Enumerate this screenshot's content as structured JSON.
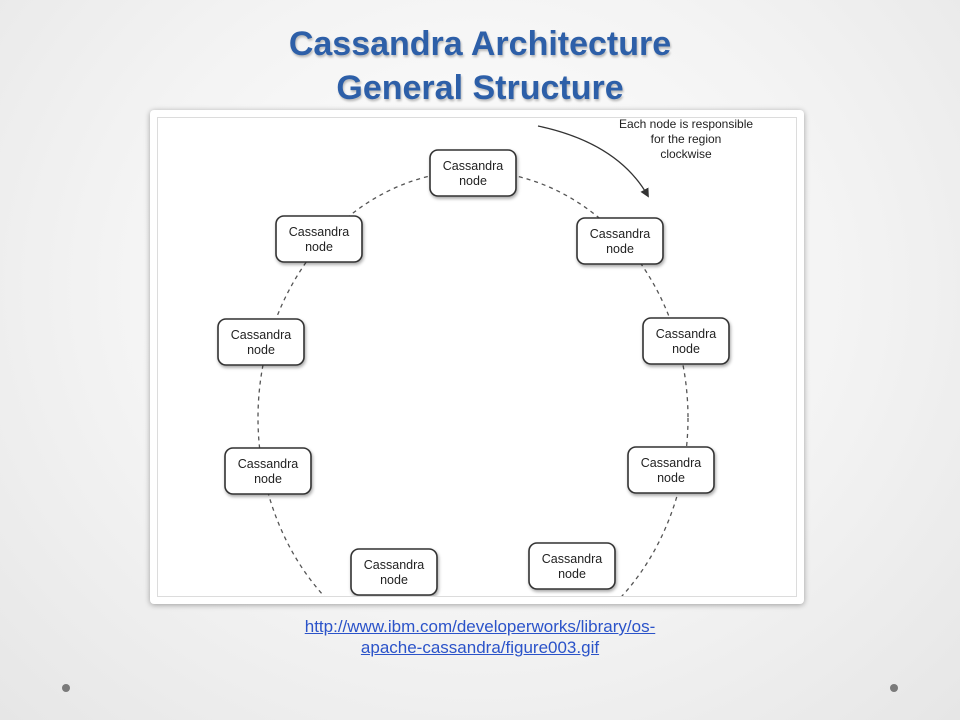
{
  "slide": {
    "title_line1": "Cassandra Architecture",
    "title_line2": "General Structure",
    "source_link_line1": "http://www.ibm.com/developerworks/library/os-",
    "source_link_line2": "apache-cassandra/figure003.gif"
  },
  "diagram": {
    "annotation": [
      "Each node is responsible",
      "for the region",
      "clockwise"
    ],
    "node_label_line1": "Cassandra",
    "node_label_line2": "node",
    "nodes": [
      {
        "id": "top"
      },
      {
        "id": "upper-right"
      },
      {
        "id": "right"
      },
      {
        "id": "lower-right"
      },
      {
        "id": "bottom-right"
      },
      {
        "id": "bottom-left"
      },
      {
        "id": "lower-left"
      },
      {
        "id": "left"
      },
      {
        "id": "upper-left"
      }
    ]
  },
  "colors": {
    "title": "#2d5fa8",
    "link": "#2b53c9",
    "node_border": "#333333",
    "ring": "#555555"
  }
}
